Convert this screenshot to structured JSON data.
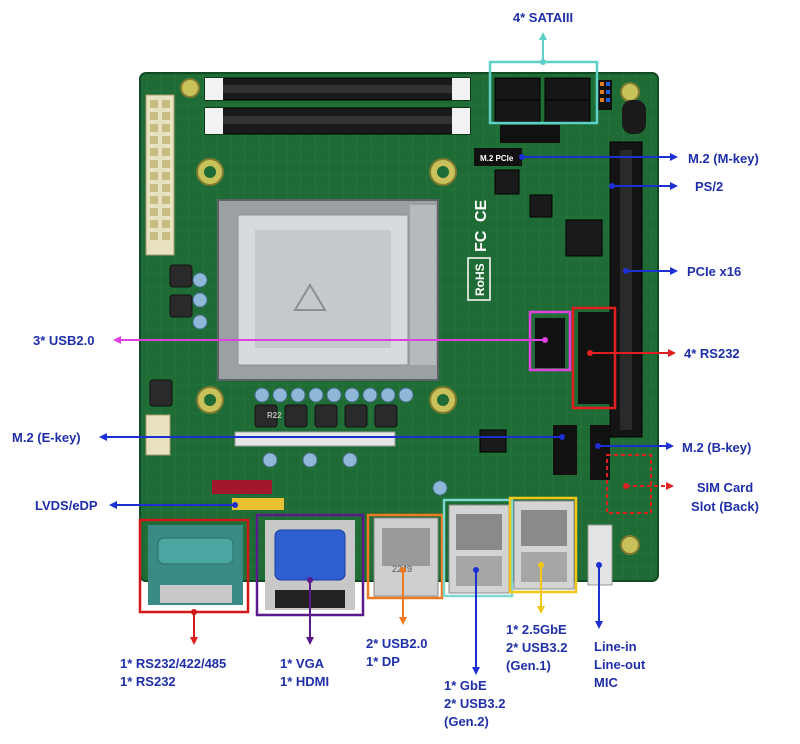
{
  "colors": {
    "label": "#1f2fa8",
    "arrow_blue": "#1c2fd0",
    "sata": "#5fd0c8",
    "usb20_internal": "#e040e0",
    "rs232_internal": "#e02020",
    "com_port_box": "#d01818",
    "vga_box": "#5a1a8a",
    "usb_dp_box": "#f07a20",
    "gbe_box": "#7fd8d0",
    "gbe25_box": "#f2c818",
    "audio_box": "#1c2fd0",
    "pcb": "#1f6b35"
  },
  "labels": {
    "sata": "4* SATAIII",
    "m2_m": "M.2 (M-key)",
    "ps2": "PS/2",
    "pcie": "PCIe x16",
    "rs232_4": "4* RS232",
    "usb20_3": "3* USB2.0",
    "m2_e": "M.2 (E-key)",
    "m2_b": "M.2 (B-key)",
    "sim": [
      "SIM Card",
      "Slot (Back)"
    ],
    "lvds": "LVDS/eDP",
    "com": [
      "1* RS232/422/485",
      "1* RS232"
    ],
    "vga": [
      "1* VGA",
      "1* HDMI"
    ],
    "usb_dp": [
      "2* USB2.0",
      "1* DP"
    ],
    "gbe": [
      "1* GbE",
      "2* USB3.2",
      "(Gen.2)"
    ],
    "gbe25": [
      "1* 2.5GbE",
      "2* USB3.2",
      "(Gen.1)"
    ],
    "audio": [
      "Line-in",
      "Line-out",
      "MIC"
    ]
  },
  "board_marks": {
    "rohs": "RoHS",
    "fc": "FC",
    "ce": "CE",
    "m2_pcie": "M.2 PCIe",
    "inductor": "R22",
    "rj45": "2249"
  }
}
